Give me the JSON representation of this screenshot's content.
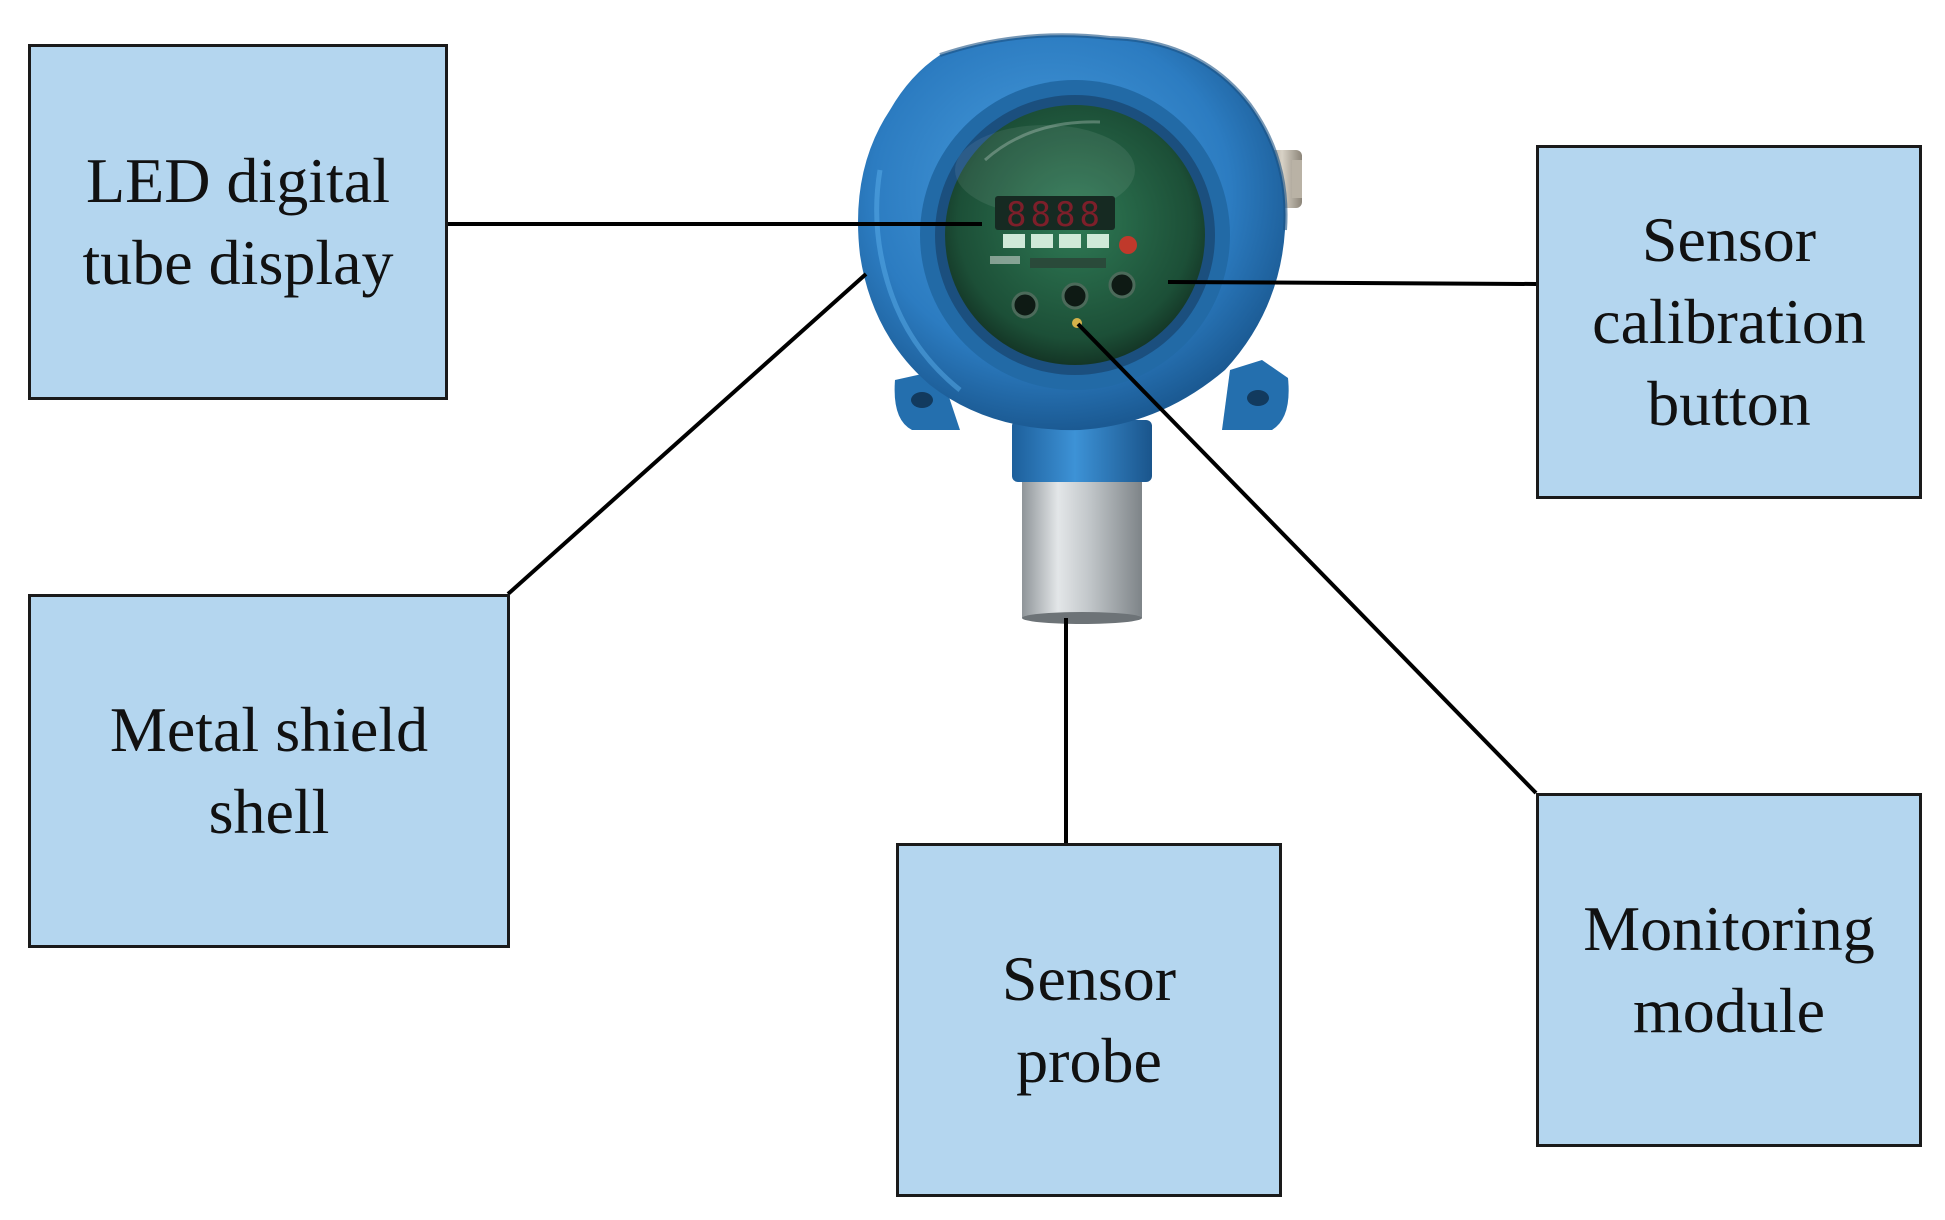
{
  "labels": {
    "led_display": "LED digital\ntube display",
    "calibration_button": "Sensor\ncalibration\nbutton",
    "metal_shell": "Metal shield\nshell",
    "sensor_probe": "Sensor\nprobe",
    "monitoring_module": "Monitoring\nmodule"
  },
  "device": {
    "display_digits": "8888"
  },
  "colors": {
    "label_fill": "#b4d6ef",
    "housing_blue": "#2f7fc4",
    "housing_dark": "#1c5f9a",
    "circuit_green": "#1f5b3e",
    "probe_steel": "#b8bdc1",
    "leader_line": "#000000"
  }
}
